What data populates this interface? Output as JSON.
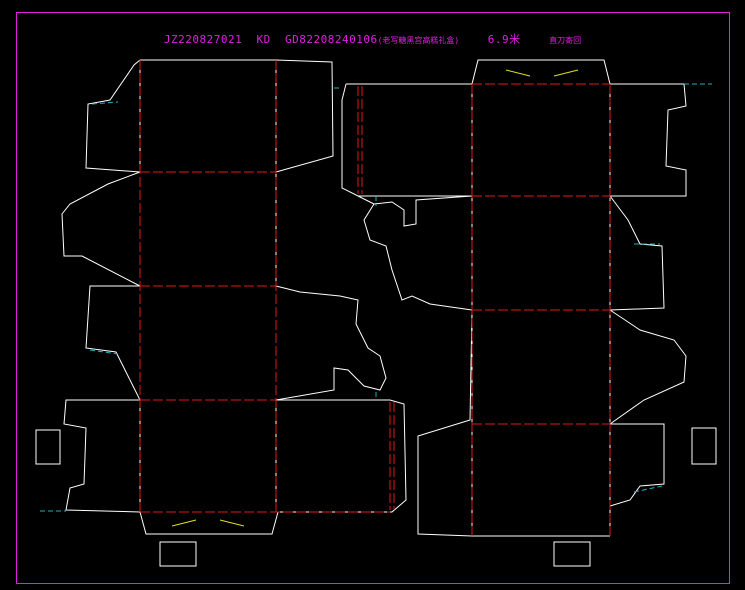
{
  "drawing": {
    "job_code": "JZ220827021",
    "type_code": "KD",
    "order_code": "GD82208240106",
    "product_note": "(老写糖黑宫高糕礼盒)",
    "size": "6.9米",
    "status_note": "直刀寄回"
  },
  "colors": {
    "background": "#000000",
    "frame": "#e020e0",
    "cut_line": "#ffffff",
    "crease_line": "#e01818",
    "perforation": "#20b0c0",
    "marker": "#e0e020"
  }
}
